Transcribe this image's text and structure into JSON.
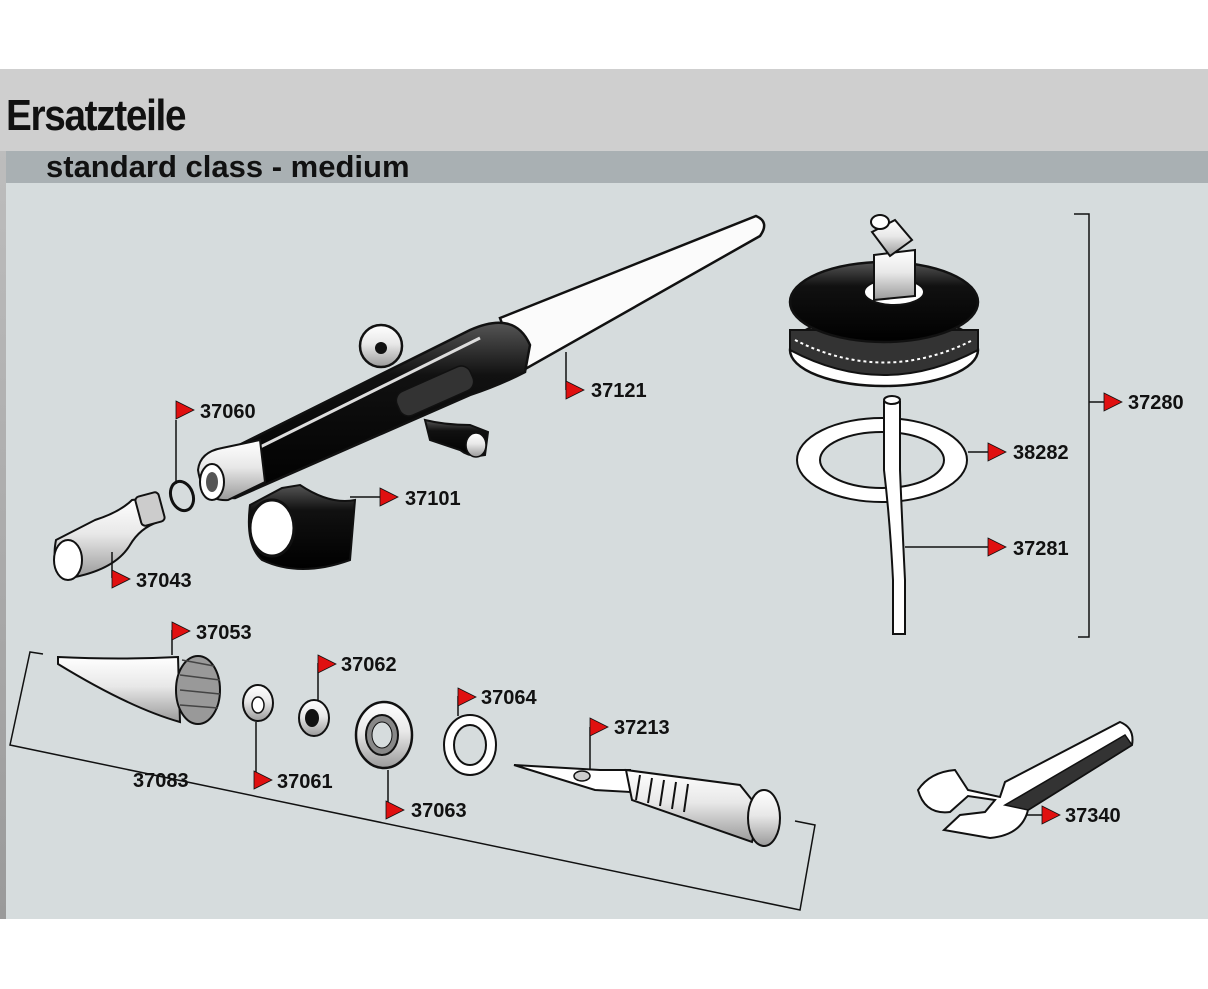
{
  "title": "Ersatzteile",
  "subtitle": "standard class - medium",
  "parts": [
    {
      "id": "p37060",
      "number": "37060"
    },
    {
      "id": "p37121",
      "number": "37121"
    },
    {
      "id": "p37101",
      "number": "37101"
    },
    {
      "id": "p37043",
      "number": "37043"
    },
    {
      "id": "p37280",
      "number": "37280"
    },
    {
      "id": "p38282",
      "number": "38282"
    },
    {
      "id": "p37281",
      "number": "37281"
    },
    {
      "id": "p37053",
      "number": "37053"
    },
    {
      "id": "p37062",
      "number": "37062"
    },
    {
      "id": "p37064",
      "number": "37064"
    },
    {
      "id": "p37213",
      "number": "37213"
    },
    {
      "id": "p37083",
      "number": "37083"
    },
    {
      "id": "p37061",
      "number": "37061"
    },
    {
      "id": "p37063",
      "number": "37063"
    },
    {
      "id": "p37340",
      "number": "37340"
    }
  ],
  "colors": {
    "marker": "#e01010",
    "panel": "#d6dcdd",
    "header": "#cfcfcf",
    "subbar": "#a9b0b3"
  }
}
